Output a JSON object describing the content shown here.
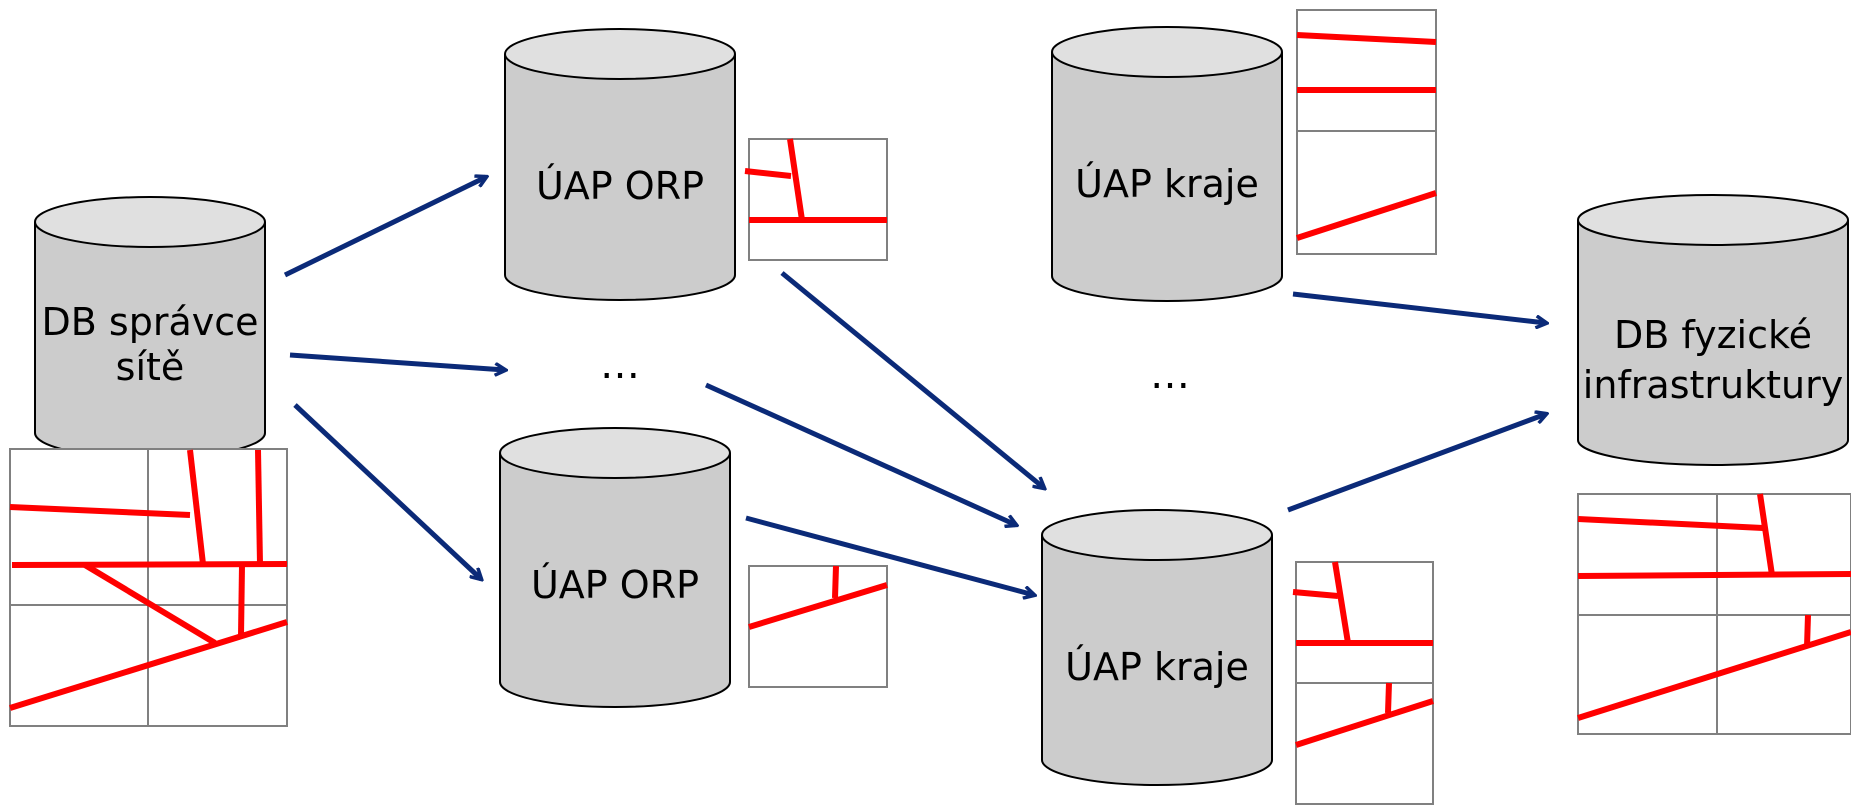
{
  "colors": {
    "cylinder_fill": "#cccccc",
    "cylinder_top": "#e0e0e0",
    "arrow": "#0b2a78",
    "line": "#ff0000",
    "grid": "#808080"
  },
  "cylinders": {
    "db_spravce": {
      "label_line1": "DB správce",
      "label_line2": "sítě"
    },
    "uap_orp_top": {
      "label": "ÚAP ORP"
    },
    "uap_orp_bottom": {
      "label": "ÚAP ORP"
    },
    "uap_kraje_top": {
      "label": "ÚAP kraje"
    },
    "uap_kraje_bottom": {
      "label": "ÚAP kraje"
    },
    "db_fyzicke": {
      "label_line1": "DB fyzické",
      "label_line2": "infrastruktury"
    }
  },
  "ellipsis": {
    "left": "…",
    "right": "…"
  },
  "icons": {
    "map_tile": "map-grid-icon",
    "arrow": "arrow-right-icon"
  }
}
